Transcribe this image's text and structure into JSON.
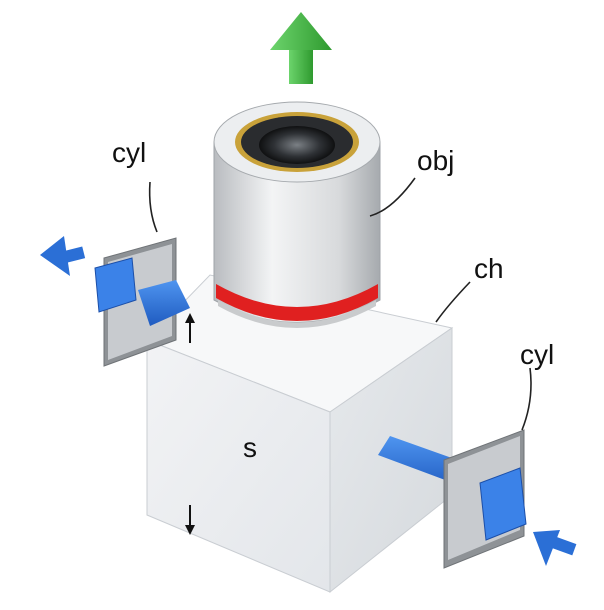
{
  "labels": {
    "cyl_left": "cyl",
    "obj": "obj",
    "ch": "ch",
    "cyl_right": "cyl",
    "s": "s"
  },
  "colors": {
    "green_arrow": "#3fae3f",
    "blue_rod": "#2b6fd6",
    "objective_band": "#e02020",
    "objective_ring": "#c9a23a",
    "cube_face": "#eef0f2",
    "plate": "#8e9296"
  },
  "icons": {
    "green_arrow": "arrow-up-icon",
    "blue_arrows": "arrow-icon",
    "small_arrows": "arrow-icon"
  }
}
